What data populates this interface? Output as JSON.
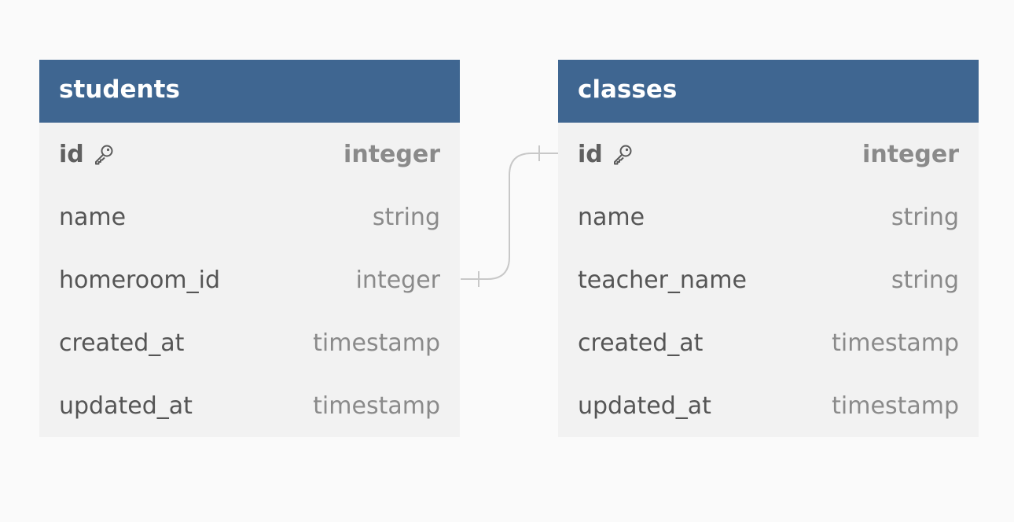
{
  "tables": [
    {
      "name": "students",
      "columns": [
        {
          "name": "id",
          "type": "integer",
          "primary_key": true
        },
        {
          "name": "name",
          "type": "string"
        },
        {
          "name": "homeroom_id",
          "type": "integer"
        },
        {
          "name": "created_at",
          "type": "timestamp"
        },
        {
          "name": "updated_at",
          "type": "timestamp"
        }
      ]
    },
    {
      "name": "classes",
      "columns": [
        {
          "name": "id",
          "type": "integer",
          "primary_key": true
        },
        {
          "name": "name",
          "type": "string"
        },
        {
          "name": "teacher_name",
          "type": "string"
        },
        {
          "name": "created_at",
          "type": "timestamp"
        },
        {
          "name": "updated_at",
          "type": "timestamp"
        }
      ]
    }
  ],
  "relationship": {
    "from": "students.homeroom_id",
    "to": "classes.id",
    "cardinality": "one-to-one"
  },
  "icons": {
    "primary_key": "key-icon"
  },
  "colors": {
    "header_bg": "#3f6691",
    "table_bg": "#f2f2f2",
    "connector": "#c8c8c8"
  }
}
